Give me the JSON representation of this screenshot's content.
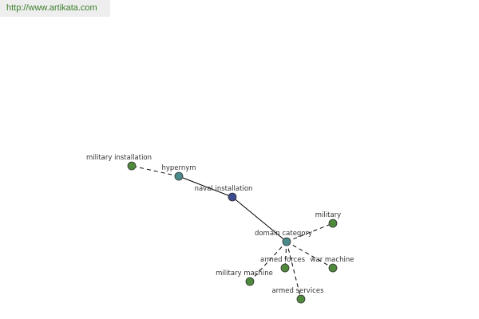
{
  "banner": {
    "url": "http://www.artikata.com"
  },
  "colors": {
    "center_node": "#3d4a8f",
    "relation_node": "#4a8a8a",
    "leaf_node": "#4f8a3c",
    "banner_text": "#3a7d2a"
  },
  "nodes": [
    {
      "id": "naval-installation",
      "label": "naval installation",
      "kind": "center"
    },
    {
      "id": "hypernym",
      "label": "hypernym",
      "kind": "relation"
    },
    {
      "id": "military-installation",
      "label": "military installation",
      "kind": "leaf"
    },
    {
      "id": "domain-category",
      "label": "domain category",
      "kind": "relation"
    },
    {
      "id": "military",
      "label": "military",
      "kind": "leaf"
    },
    {
      "id": "armed-forces",
      "label": "armed forces",
      "kind": "leaf"
    },
    {
      "id": "war-machine",
      "label": "war machine",
      "kind": "leaf"
    },
    {
      "id": "military-machine",
      "label": "military machine",
      "kind": "leaf"
    },
    {
      "id": "armed-services",
      "label": "armed services",
      "kind": "leaf"
    }
  ],
  "edges": [
    {
      "from": "naval-installation",
      "to": "hypernym",
      "style": "solid"
    },
    {
      "from": "naval-installation",
      "to": "domain-category",
      "style": "solid"
    },
    {
      "from": "hypernym",
      "to": "military-installation",
      "style": "dashed"
    },
    {
      "from": "domain-category",
      "to": "military",
      "style": "dashed"
    },
    {
      "from": "domain-category",
      "to": "armed-forces",
      "style": "dashed"
    },
    {
      "from": "domain-category",
      "to": "war-machine",
      "style": "dashed"
    },
    {
      "from": "domain-category",
      "to": "military-machine",
      "style": "dashed"
    },
    {
      "from": "domain-category",
      "to": "armed-services",
      "style": "dashed"
    }
  ]
}
